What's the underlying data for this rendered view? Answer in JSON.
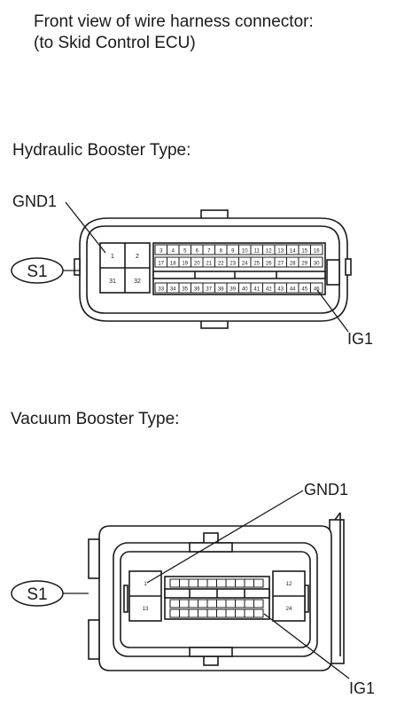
{
  "header": {
    "line1": "Front view of wire harness connector:",
    "line2": "(to Skid Control ECU)"
  },
  "connectors": [
    {
      "type_label": "Hydraulic Booster Type:",
      "connector_id": "S1",
      "callouts": {
        "gnd": "GND1",
        "ig": "IG1"
      },
      "large_pins": [
        "1",
        "2",
        "31",
        "32"
      ],
      "pin_row_1": [
        "3",
        "4",
        "5",
        "6",
        "7",
        "8",
        "9",
        "10",
        "11",
        "12",
        "13",
        "14",
        "15",
        "16"
      ],
      "pin_row_2": [
        "17",
        "18",
        "19",
        "20",
        "21",
        "22",
        "23",
        "24",
        "25",
        "26",
        "27",
        "28",
        "29",
        "30"
      ],
      "pin_row_3": [
        "33",
        "34",
        "35",
        "36",
        "37",
        "38",
        "39",
        "40",
        "41",
        "42",
        "43",
        "44",
        "45",
        "46"
      ]
    },
    {
      "type_label": "Vacuum Booster Type:",
      "connector_id": "S1",
      "callouts": {
        "gnd": "GND1",
        "ig": "IG1"
      },
      "left_pins": [
        "1",
        "13"
      ],
      "right_pins": [
        "12",
        "24"
      ]
    }
  ]
}
